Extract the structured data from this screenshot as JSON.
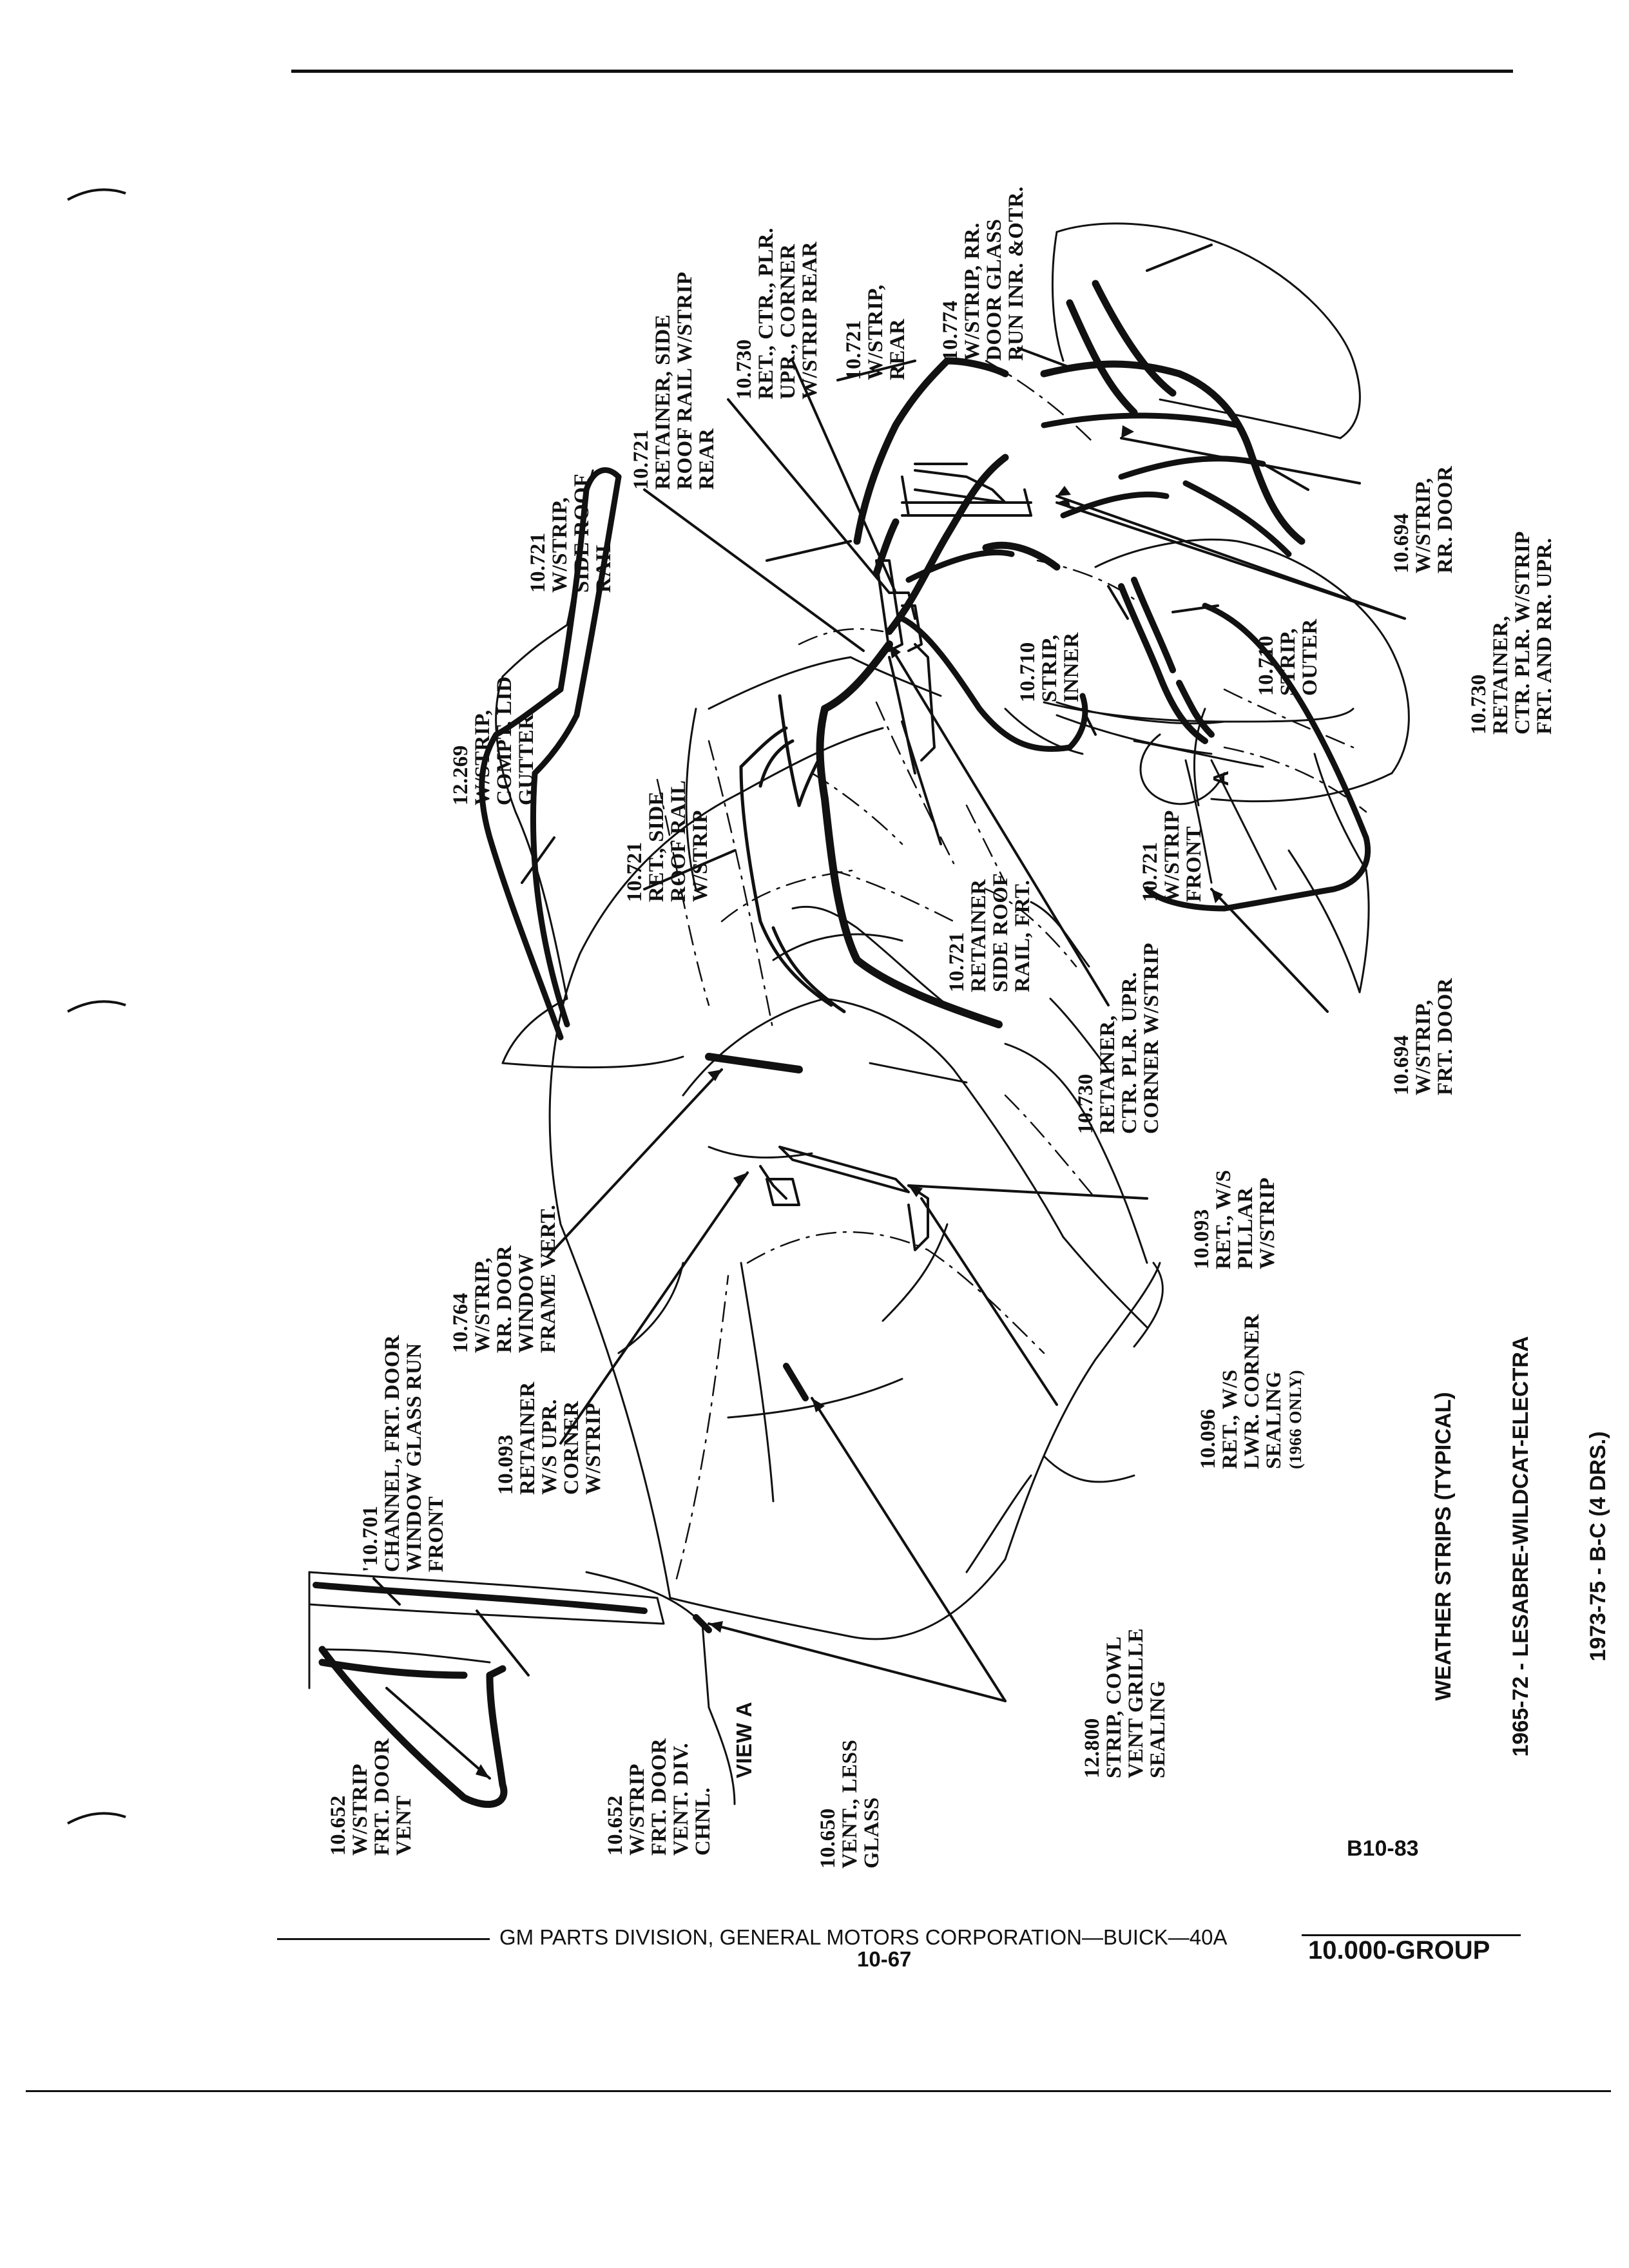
{
  "footer": {
    "division": "GM PARTS DIVISION, GENERAL MOTORS CORPORATION—BUICK—40A",
    "page": "10-67",
    "group": "10.000-GROUP"
  },
  "figure": {
    "title": [
      "WEATHER STRIPS (TYPICAL)",
      "1965-72 - LESABRE-WILDCAT-ELECTRA",
      "1973-75 - B-C (4 DRS.)"
    ],
    "code": "B10-83"
  },
  "labels": {
    "l1": [
      "10.652",
      "W/STRIP",
      "FRT. DOOR",
      "VENT"
    ],
    "l2": [
      "10.652",
      "W/STRIP",
      "FRT. DOOR",
      "VENT. DIV.",
      "CHNL."
    ],
    "l3": [
      "VIEW A"
    ],
    "l4": [
      "10.650",
      "VENT., LESS",
      "GLASS"
    ],
    "l5": [
      "'10.701",
      "CHANNEL, FRT. DOOR",
      "WINDOW GLASS RUN",
      "FRONT"
    ],
    "l6": [
      "10.093",
      "RETAINER",
      "W/S UPR.",
      "CORNER",
      "W/STRIP"
    ],
    "l7": [
      "10.764",
      "W/STRIP,",
      "RR. DOOR",
      "WINDOW",
      "FRAME VERT."
    ],
    "l8": [
      "12.800",
      "STRIP, COWL",
      "VENT GRILLE",
      "SEALING"
    ],
    "l9": [
      "10.096",
      "RET., W/S",
      "LWR. CORNER",
      "SEALING",
      "(1966 ONLY)"
    ],
    "l10": [
      "10.093",
      "RET., W/S",
      "PILLAR",
      "W/STRIP"
    ],
    "l11": [
      "12.269",
      "W/STRIP,",
      "COMPT. LID",
      "GUTTER"
    ],
    "l12": [
      "10.721",
      "RET., SIDE",
      "ROOF RAIL",
      "W/STRIP"
    ],
    "l13": [
      "10.730",
      "RETAINER,",
      "CTR. PLR. UPR.",
      "CORNER W/STRIP"
    ],
    "l14": [
      "10.721",
      "W/STRIP,",
      "SIDE ROOF",
      "RAIL"
    ],
    "l15": [
      "10.721",
      "RETAINER",
      "SIDE ROOF",
      "RAIL, FRT."
    ],
    "l16": [
      "10.721",
      "RETAINER, SIDE",
      "ROOF RAIL W/STRIP",
      "REAR"
    ],
    "l17": [
      "10.730",
      "RET., CTR., PLR.",
      "UPR., CORNER",
      "W/STRIP REAR"
    ],
    "l18": [
      "10.721",
      "W/STRIP,",
      "REAR"
    ],
    "l19": [
      "10.774",
      "W/STRIP, RR.",
      "DOOR GLASS",
      "RUN INR. &OTR."
    ],
    "l20": [
      "10.710",
      "STRIP,",
      "INNER"
    ],
    "l21": [
      "10.710",
      "STRIP,",
      "OUTER"
    ],
    "l22": [
      "10.721",
      "W/STRIP",
      "FRONT"
    ],
    "l23": [
      "10.694",
      "W/STRIP,",
      "RR. DOOR"
    ],
    "l24": [
      "10.730",
      "RETAINER,",
      "CTR. PLR. W/STRIP",
      "FRT. AND RR. UPR."
    ],
    "l25": [
      "10.694",
      "W/STRIP,",
      "FRT. DOOR"
    ],
    "l26": [
      "A"
    ]
  }
}
